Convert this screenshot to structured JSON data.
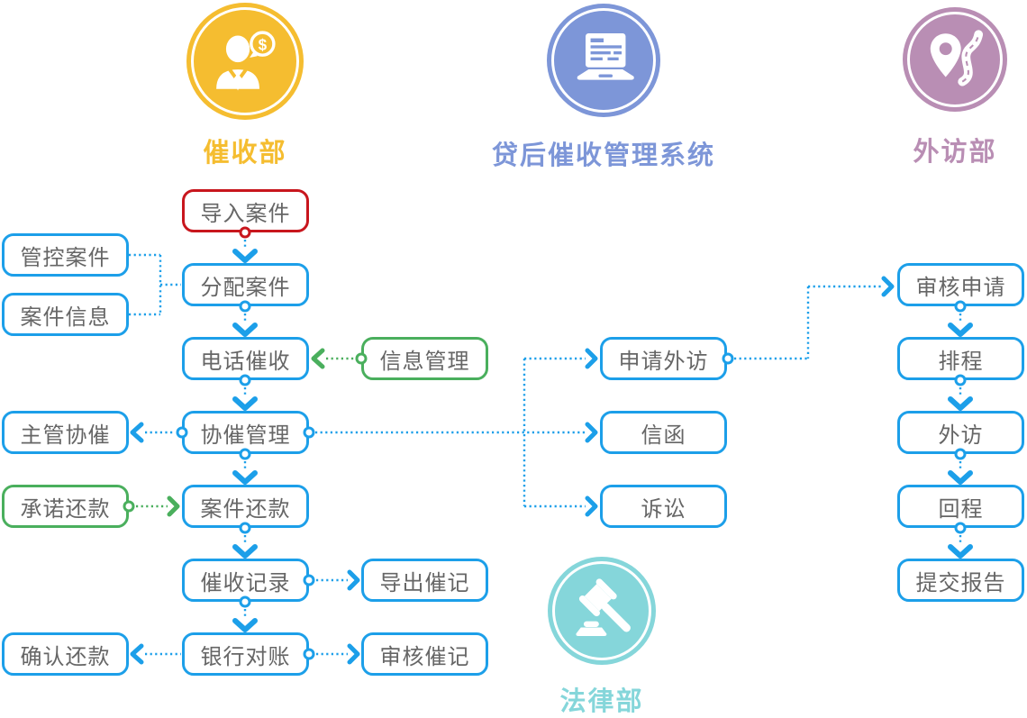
{
  "palette": {
    "flow_blue": "#1C9FE9",
    "alert_red": "#C8161D",
    "action_green": "#4AAF5D",
    "collection_yellow": "#F5BD30",
    "system_periwinkle": "#7D96D8",
    "visit_mauve": "#B98EB4",
    "legal_teal": "#85D6DA",
    "node_text": "#666666"
  },
  "departments": {
    "collection": {
      "label": "催收部",
      "icon": "person-dollar-icon"
    },
    "system": {
      "label": "贷后催收管理系统",
      "icon": "laptop-icon"
    },
    "field_visit": {
      "label": "外访部",
      "icon": "map-pin-road-icon"
    },
    "legal": {
      "label": "法律部",
      "icon": "gavel-icon"
    }
  },
  "nodes": {
    "import_case": {
      "label": "导入案件"
    },
    "control_case": {
      "label": "管控案件"
    },
    "case_info": {
      "label": "案件信息"
    },
    "assign_case": {
      "label": "分配案件"
    },
    "phone_collection": {
      "label": "电话催收"
    },
    "info_management": {
      "label": "信息管理"
    },
    "supervisor_assist": {
      "label": "主管协催"
    },
    "assist_management": {
      "label": "协催管理"
    },
    "promise_repayment": {
      "label": "承诺还款"
    },
    "case_repayment": {
      "label": "案件还款"
    },
    "collection_record": {
      "label": "催收记录"
    },
    "export_record": {
      "label": "导出催记"
    },
    "bank_reconciliation": {
      "label": "银行对账"
    },
    "confirm_repayment": {
      "label": "确认还款"
    },
    "review_record": {
      "label": "审核催记"
    },
    "apply_visit": {
      "label": "申请外访"
    },
    "letter": {
      "label": "信函"
    },
    "lawsuit": {
      "label": "诉讼"
    },
    "review_application": {
      "label": "审核申请"
    },
    "scheduling": {
      "label": "排程"
    },
    "field_visit_step": {
      "label": "外访"
    },
    "return_trip": {
      "label": "回程"
    },
    "submit_report": {
      "label": "提交报告"
    }
  }
}
